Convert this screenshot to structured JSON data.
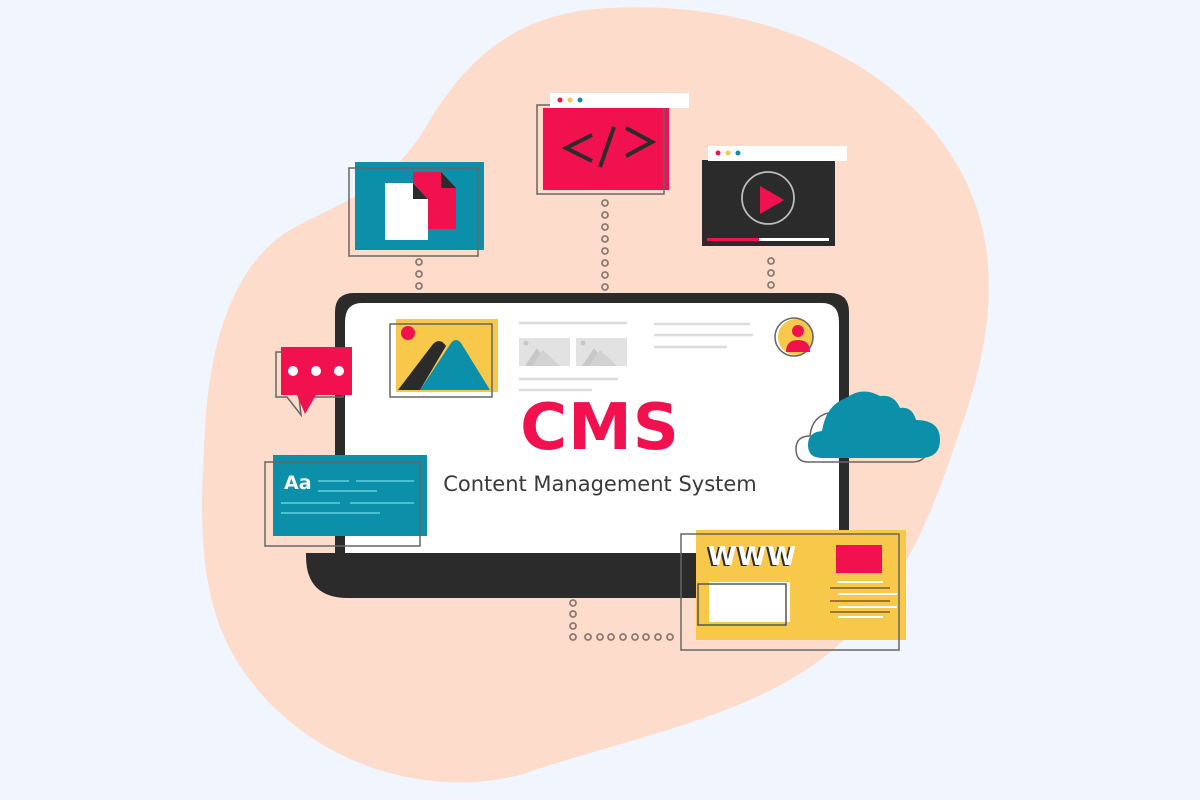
{
  "illustration": {
    "title": "CMS",
    "subtitle": "Content Management System",
    "text_card_label": "Aa",
    "web_card_label": "WWW"
  },
  "icons": [
    "documents-icon",
    "code-window-icon",
    "video-player-icon",
    "chat-bubble-icon",
    "text-card-icon",
    "cloud-icon",
    "website-card-icon",
    "image-placeholder-icon",
    "user-avatar-icon",
    "laptop-icon"
  ],
  "colors": {
    "background": "#F1F5FE",
    "blob": "#FDDCCB",
    "accent_red": "#F0114E",
    "teal": "#0C8FA8",
    "yellow": "#F8C84A",
    "dark": "#2B2B2B",
    "white": "#FFFFFF"
  }
}
